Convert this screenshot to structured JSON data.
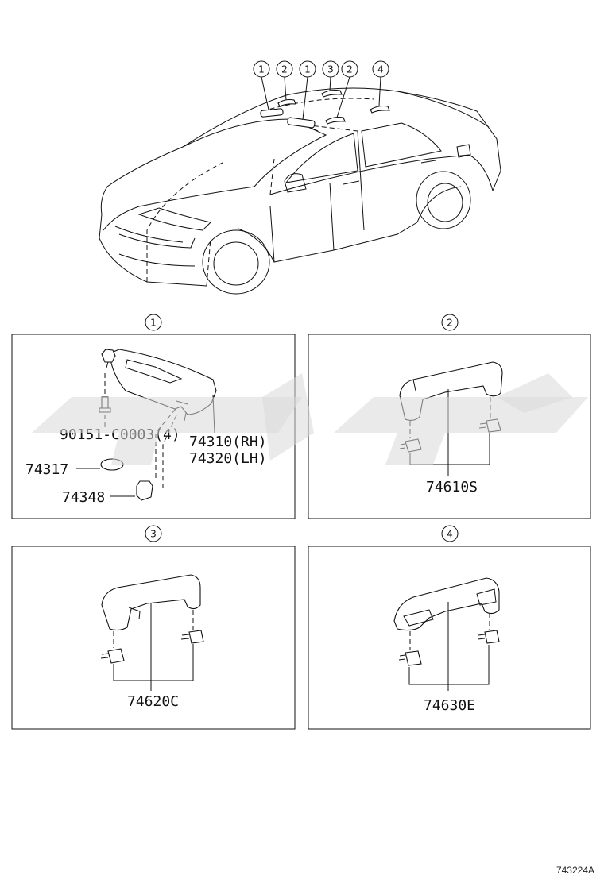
{
  "overview": {
    "callouts": [
      {
        "num": "1"
      },
      {
        "num": "2"
      },
      {
        "num": "1"
      },
      {
        "num": "3"
      },
      {
        "num": "2"
      },
      {
        "num": "4"
      }
    ]
  },
  "panels": [
    {
      "num": "1",
      "labels": {
        "screw": "90151-C0003(4)",
        "visor_rh": "74310(RH)",
        "visor_lh": "74320(LH)",
        "bracket": "74317",
        "holder": "74348"
      }
    },
    {
      "num": "2",
      "part_no": "74610S"
    },
    {
      "num": "3",
      "part_no": "74620C"
    },
    {
      "num": "4",
      "part_no": "74630E"
    }
  ],
  "footer": {
    "ref": "743224A"
  }
}
